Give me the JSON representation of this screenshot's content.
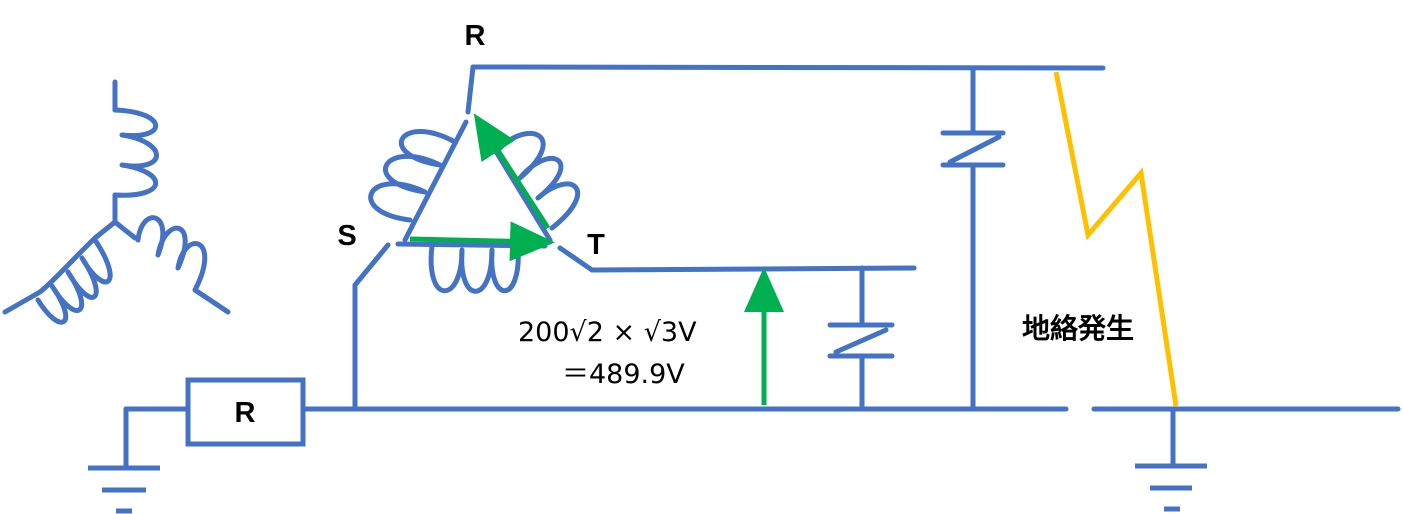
{
  "labels": {
    "phase_r": "R",
    "phase_s": "S",
    "phase_t": "T",
    "resistor": "R",
    "fault": "地絡発生"
  },
  "equation": {
    "line1": "200√2 × √3V",
    "line2": "＝489.9V"
  },
  "colors": {
    "wire": "#4472C4",
    "arrow": "#00B050",
    "fault": "#FFC000",
    "text": "#000000",
    "background": "#FFFFFF"
  }
}
